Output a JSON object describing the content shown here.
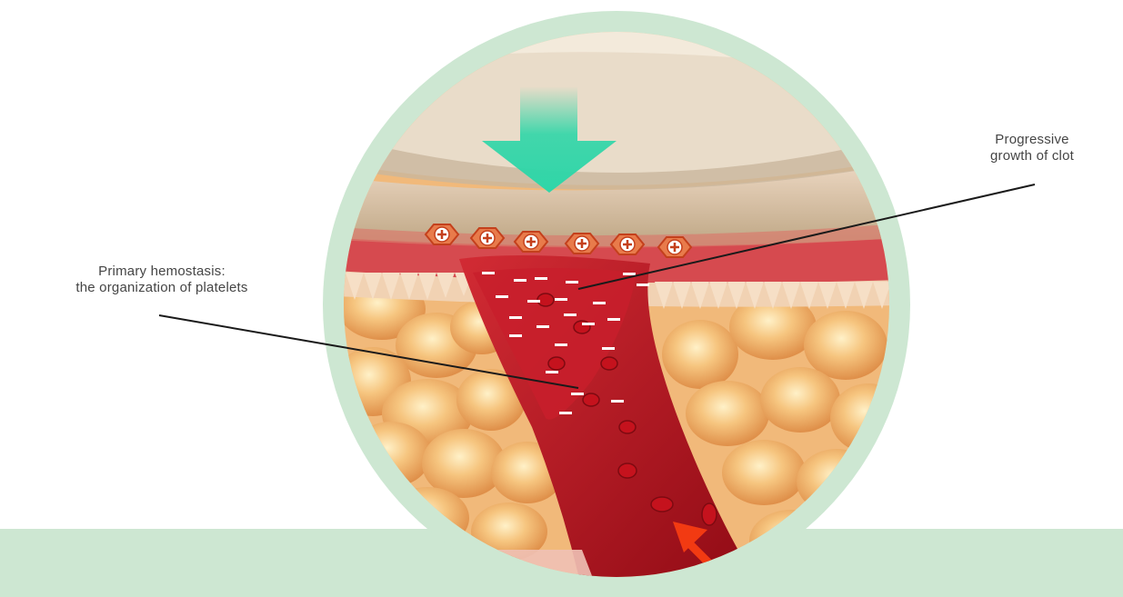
{
  "labels": {
    "primary_hemostasis": {
      "line1": "Primary hemostasis:",
      "line2": "the organization of platelets"
    },
    "clot_growth": {
      "line1": "Progressive",
      "line2": "growth of clot"
    }
  },
  "colors": {
    "ring": "#cde7d2",
    "band": "#cde7d2",
    "arrow_pressure": "#2fd6a8",
    "blood": "#b3121c",
    "fat": "#f0b56c",
    "platelet": "#d0481e",
    "flow_arrow": "#f23a12"
  },
  "icons": {
    "pressure_arrow": "pressure-arrow-icon",
    "blood_flow_arrow": "blood-flow-arrow-icon",
    "positive_charge": "plus-charge-icon",
    "negative_charge": "minus-charge-icon"
  }
}
